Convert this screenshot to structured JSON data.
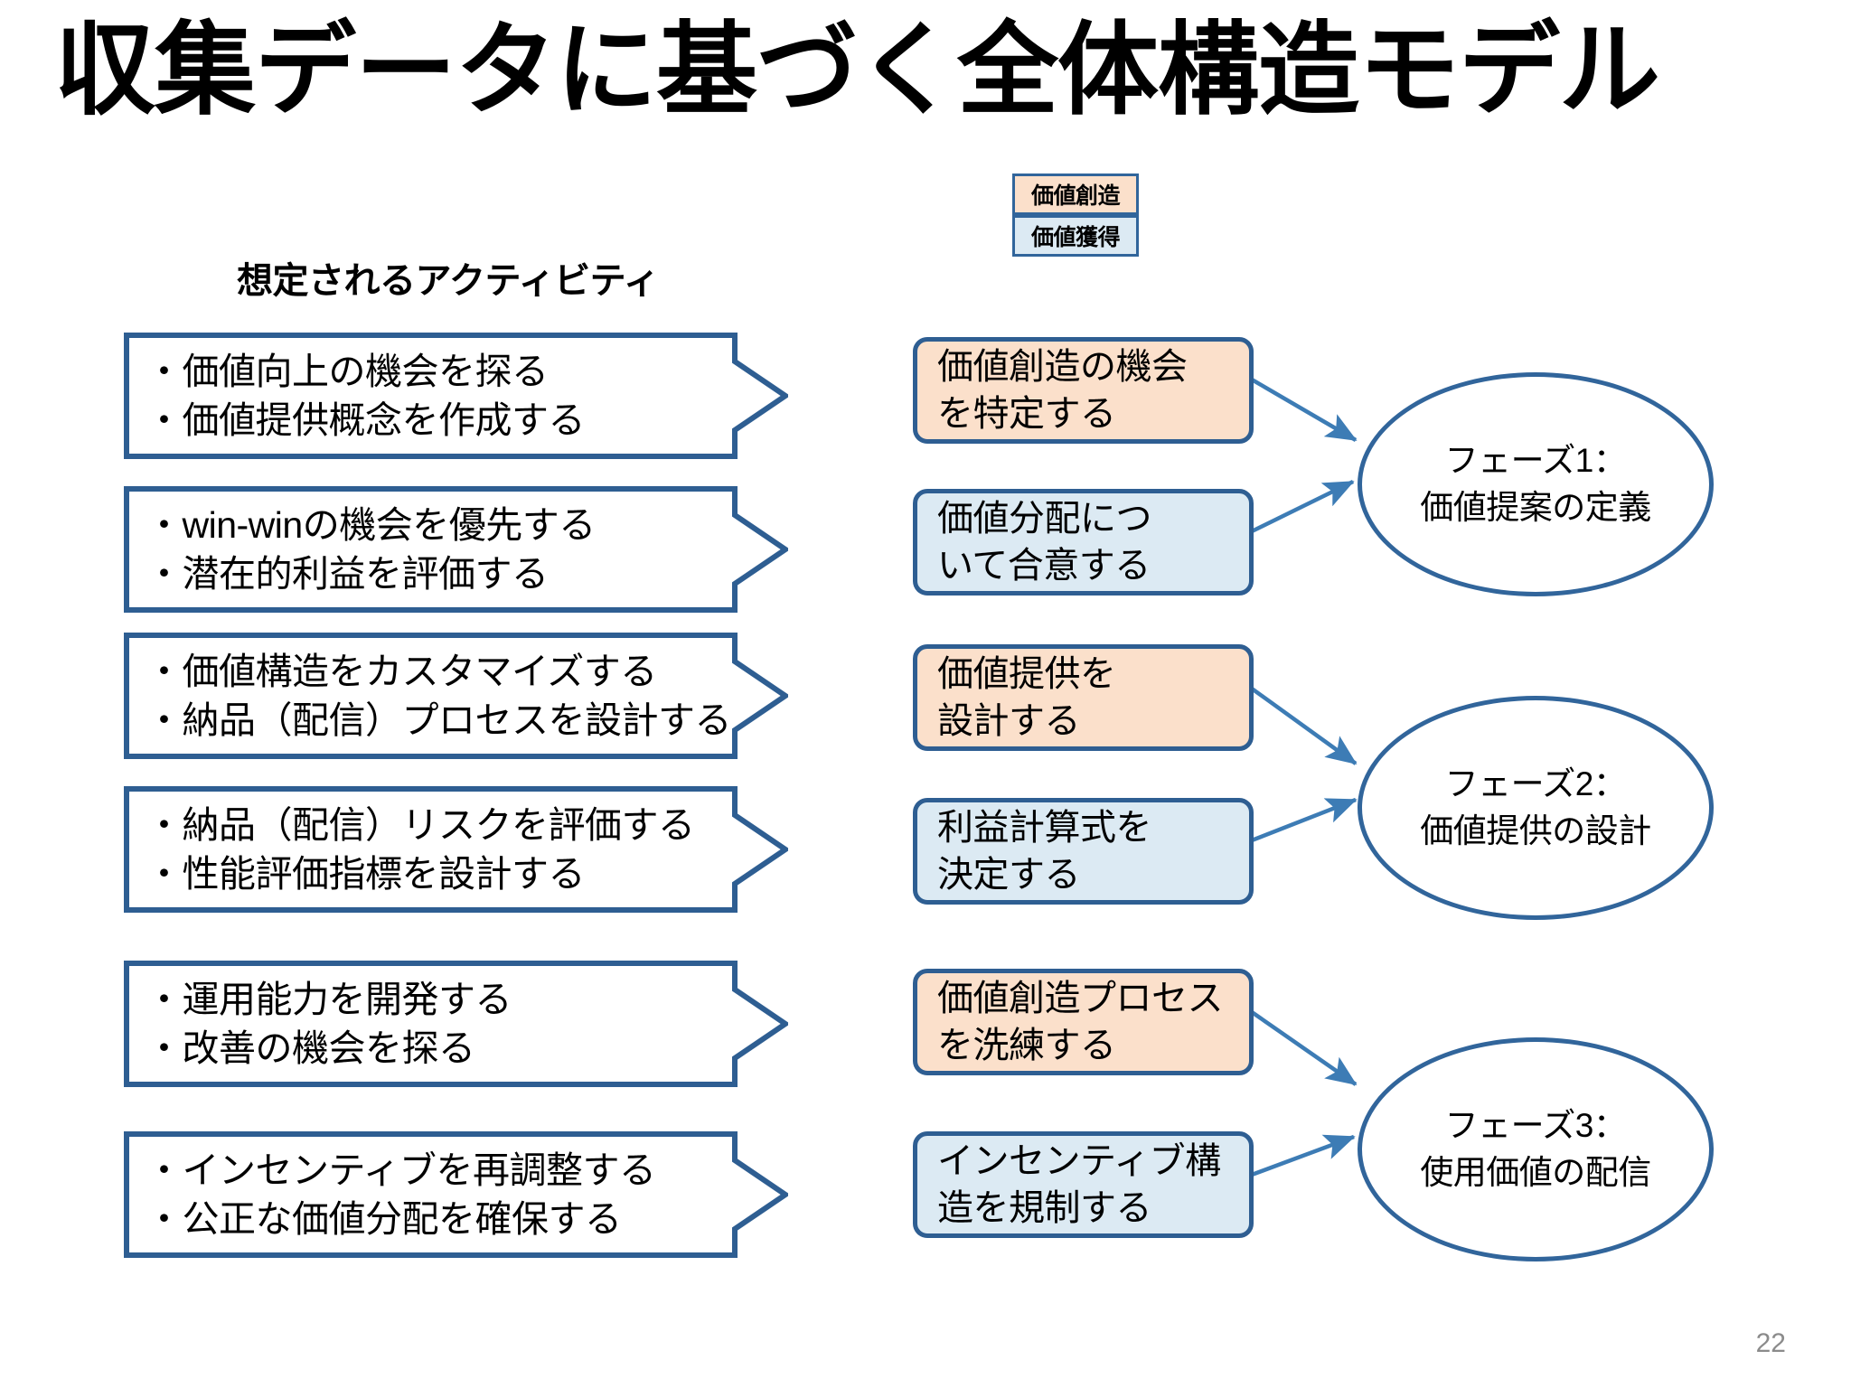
{
  "slide": {
    "title": "収集データに基づく全体構造モデル",
    "page_number": "22",
    "activities_caption": "想定されるアクティビティ"
  },
  "legend": {
    "items": [
      {
        "label": "価値創造",
        "type": "create",
        "color": "#FBE0CB"
      },
      {
        "label": "価値獲得",
        "type": "capture",
        "color": "#DCEAF3"
      }
    ]
  },
  "colors": {
    "outline_blue": "#31659B",
    "box_border": "#2E5E92",
    "create_fill": "#FBE0CB",
    "capture_fill": "#DCEAF3",
    "connector": "#3D7CB5",
    "page_number": "#8B8B8B"
  },
  "activities": [
    {
      "line1": "価値向上の機会を探る",
      "line2": "価値提供概念を作成する"
    },
    {
      "line1": "win-winの機会を優先する",
      "line2": "潜在的利益を評価する"
    },
    {
      "line1": "価値構造をカスタマイズする",
      "line2": "納品（配信）プロセスを設計する"
    },
    {
      "line1": "納品（配信）リスクを評価する",
      "line2": "性能評価指標を設計する"
    },
    {
      "line1": "運用能力を開発する",
      "line2": "改善の機会を探る"
    },
    {
      "line1": "インセンティブを再調整する",
      "line2": "公正な価値分配を確保する"
    }
  ],
  "outcomes": [
    {
      "line1": "価値創造の機会",
      "line2": "を特定する",
      "type": "create"
    },
    {
      "line1": "価値分配につ",
      "line2": "いて合意する",
      "type": "capture"
    },
    {
      "line1": "価値提供を",
      "line2": "設計する",
      "type": "create"
    },
    {
      "line1": "利益計算式を",
      "line2": "決定する",
      "type": "capture"
    },
    {
      "line1": "価値創造プロセス",
      "line2": "を洗練する",
      "type": "create"
    },
    {
      "line1": "インセンティブ構",
      "line2": "造を規制する",
      "type": "capture"
    }
  ],
  "phases": [
    {
      "line1": "フェーズ1：",
      "line2": "価値提案の定義"
    },
    {
      "line1": "フェーズ2：",
      "line2": "価値提供の設計"
    },
    {
      "line1": "フェーズ3：",
      "line2": "使用価値の配信"
    }
  ]
}
